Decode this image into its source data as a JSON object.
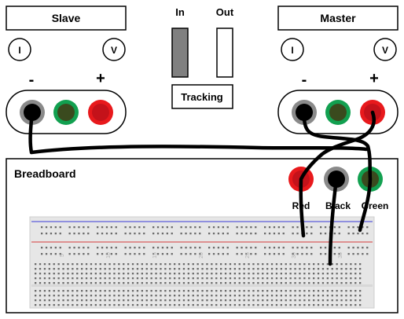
{
  "slave": {
    "title": "Slave",
    "meter_i": "I",
    "meter_v": "V",
    "minus": "-",
    "plus": "+"
  },
  "master": {
    "title": "Master",
    "meter_i": "I",
    "meter_v": "V",
    "minus": "-",
    "plus": "+"
  },
  "switch": {
    "in_label": "In",
    "out_label": "Out",
    "tracking_label": "Tracking"
  },
  "breadboard": {
    "title": "Breadboard",
    "terminal_red": "Red",
    "terminal_black": "Black",
    "terminal_green": "Green",
    "column_numbers": [
      "5",
      "10",
      "15",
      "20",
      "25",
      "30",
      "35"
    ]
  },
  "colors": {
    "jack_black": "#000000",
    "jack_green": "#3a4a1e",
    "jack_red": "#e8191c",
    "rail_blue": "#3b3bd8",
    "rail_red": "#d63a3a",
    "switch_in_fill": "#808080",
    "wire": "#000000"
  }
}
